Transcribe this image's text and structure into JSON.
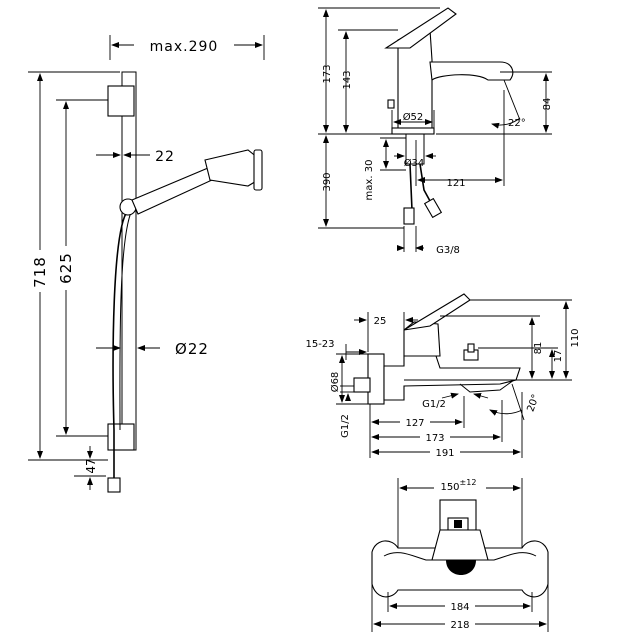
{
  "shower_rail": {
    "width_label": "max.290",
    "spacing_label": "22",
    "height_total_label": "718",
    "height_holes_label": "625",
    "bottom_label": "47",
    "tube_label": "Ø22"
  },
  "basin_mixer": {
    "total_height_label": "173",
    "spout_height_label": "143",
    "outlet_height_label": "84",
    "base_diameter_label": "Ø52",
    "angle_label": "22°",
    "max_deck_label": "max. 30",
    "hole_label": "Ø34",
    "hose_length_label": "390",
    "reach_label": "121",
    "connection_label": "G3/8"
  },
  "bath_mixer_side": {
    "top_label": "25",
    "offset_label": "15-23",
    "rose_label": "Ø68",
    "thread_label": "G1/2",
    "thread_label_2": "G1/2",
    "angle_label": "20°",
    "dim_127": "127",
    "dim_173": "173",
    "dim_191": "191",
    "h_81": "81",
    "h_17": "17",
    "h_110": "110"
  },
  "bath_mixer_front": {
    "centers_label": "150",
    "centers_tol": "±12",
    "dim_184": "184",
    "dim_218": "218"
  }
}
